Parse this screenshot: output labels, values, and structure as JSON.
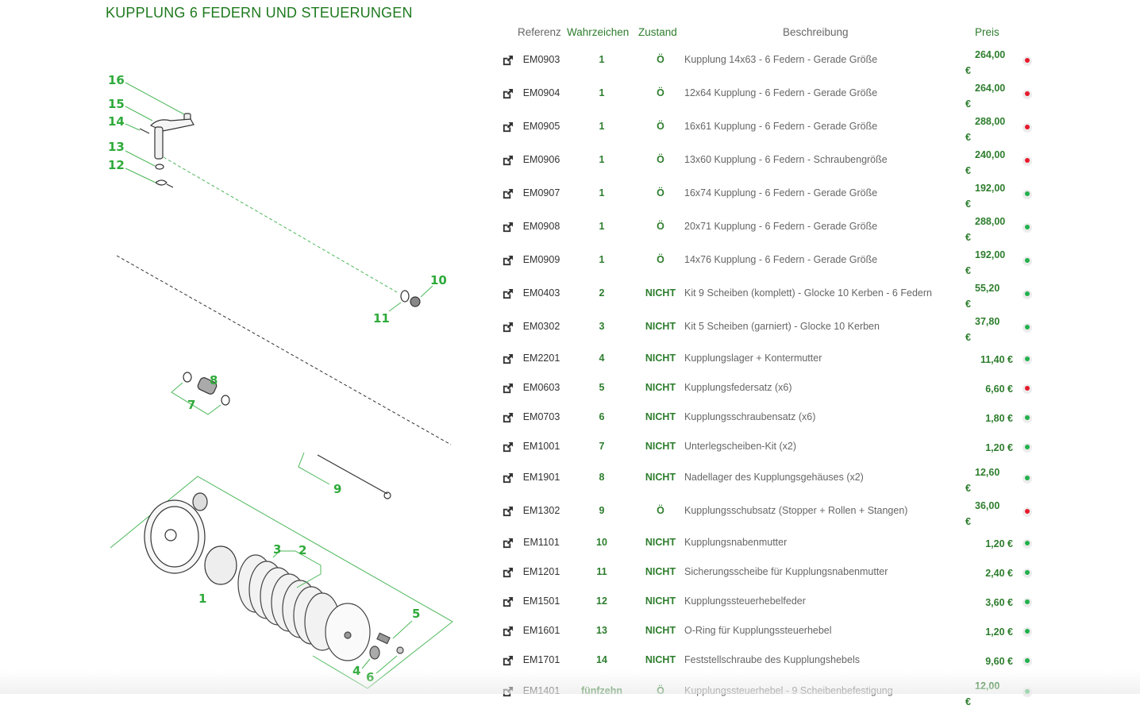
{
  "page": {
    "title": "KUPPLUNG 6 FEDERN UND STEUERUNGEN"
  },
  "colors": {
    "accent": "#2d7d2d",
    "callout": "#2eaa3a",
    "in_stock": "#22b14c",
    "out_of_stock": "#e8192c"
  },
  "diagram": {
    "callouts": [
      "1",
      "2",
      "3",
      "4",
      "5",
      "6",
      "7",
      "8",
      "9",
      "10",
      "11",
      "12",
      "13",
      "14",
      "15",
      "16"
    ]
  },
  "table": {
    "headers": {
      "reference": "Referenz",
      "mark": "Wahrzeichen",
      "state": "Zustand",
      "description": "Beschreibung",
      "price": "Preis"
    },
    "rows": [
      {
        "ref": "EM0903",
        "mark": "1",
        "state": "Ö",
        "desc": "Kupplung 14x63 - 6 Federn - Gerade Größe",
        "price": "264,00",
        "currency": "€",
        "stock": "out"
      },
      {
        "ref": "EM0904",
        "mark": "1",
        "state": "Ö",
        "desc": "12x64 Kupplung - 6 Federn - Gerade Größe",
        "price": "264,00",
        "currency": "€",
        "stock": "out"
      },
      {
        "ref": "EM0905",
        "mark": "1",
        "state": "Ö",
        "desc": "16x61 Kupplung - 6 Federn - Gerade Größe",
        "price": "288,00",
        "currency": "€",
        "stock": "out"
      },
      {
        "ref": "EM0906",
        "mark": "1",
        "state": "Ö",
        "desc": "13x60 Kupplung - 6 Federn - Schraubengröße",
        "price": "240,00",
        "currency": "€",
        "stock": "out"
      },
      {
        "ref": "EM0907",
        "mark": "1",
        "state": "Ö",
        "desc": "16x74 Kupplung - 6 Federn - Gerade Größe",
        "price": "192,00",
        "currency": "€",
        "stock": "in"
      },
      {
        "ref": "EM0908",
        "mark": "1",
        "state": "Ö",
        "desc": "20x71 Kupplung - 6 Federn - Gerade Größe",
        "price": "288,00",
        "currency": "€",
        "stock": "in"
      },
      {
        "ref": "EM0909",
        "mark": "1",
        "state": "Ö",
        "desc": "14x76 Kupplung - 6 Federn - Gerade Größe",
        "price": "192,00",
        "currency": "€",
        "stock": "in"
      },
      {
        "ref": "EM0403",
        "mark": "2",
        "state": "NICHT",
        "desc": "Kit 9 Scheiben (komplett) - Glocke 10 Kerben - 6 Federn",
        "price": "55,20",
        "currency": "€",
        "stock": "in"
      },
      {
        "ref": "EM0302",
        "mark": "3",
        "state": "NICHT",
        "desc": "Kit 5 Scheiben (garniert) - Glocke 10 Kerben",
        "price": "37,80",
        "currency": "€",
        "stock": "in"
      },
      {
        "ref": "EM2201",
        "mark": "4",
        "state": "NICHT",
        "desc": "Kupplungslager + Kontermutter",
        "price": "11,40",
        "currency": "€",
        "stock": "in"
      },
      {
        "ref": "EM0603",
        "mark": "5",
        "state": "NICHT",
        "desc": "Kupplungsfedersatz (x6)",
        "price": "6,60",
        "currency": "€",
        "stock": "out"
      },
      {
        "ref": "EM0703",
        "mark": "6",
        "state": "NICHT",
        "desc": "Kupplungsschraubensatz (x6)",
        "price": "1,80",
        "currency": "€",
        "stock": "in"
      },
      {
        "ref": "EM1001",
        "mark": "7",
        "state": "NICHT",
        "desc": "Unterlegscheiben-Kit (x2)",
        "price": "1,20",
        "currency": "€",
        "stock": "in"
      },
      {
        "ref": "EM1901",
        "mark": "8",
        "state": "NICHT",
        "desc": "Nadellager des Kupplungsgehäuses (x2)",
        "price": "12,60",
        "currency": "€",
        "stock": "in"
      },
      {
        "ref": "EM1302",
        "mark": "9",
        "state": "Ö",
        "desc": "Kupplungsschubsatz (Stopper + Rollen + Stangen)",
        "price": "36,00",
        "currency": "€",
        "stock": "out"
      },
      {
        "ref": "EM1101",
        "mark": "10",
        "state": "NICHT",
        "desc": "Kupplungsnabenmutter",
        "price": "1,20",
        "currency": "€",
        "stock": "in"
      },
      {
        "ref": "EM1201",
        "mark": "11",
        "state": "NICHT",
        "desc": "Sicherungsscheibe für Kupplungsnabenmutter",
        "price": "2,40",
        "currency": "€",
        "stock": "in"
      },
      {
        "ref": "EM1501",
        "mark": "12",
        "state": "NICHT",
        "desc": "Kupplungssteuerhebelfeder",
        "price": "3,60",
        "currency": "€",
        "stock": "in"
      },
      {
        "ref": "EM1601",
        "mark": "13",
        "state": "NICHT",
        "desc": "O-Ring für Kupplungssteuerhebel",
        "price": "1,20",
        "currency": "€",
        "stock": "in"
      },
      {
        "ref": "EM1701",
        "mark": "14",
        "state": "NICHT",
        "desc": "Feststellschraube des Kupplungshebels",
        "price": "9,60",
        "currency": "€",
        "stock": "in"
      },
      {
        "ref": "EM1401",
        "mark": "fünfzehn",
        "state": "Ö",
        "desc": "Kupplungssteuerhebel - 9 Scheibenbefestigung",
        "price": "12,00",
        "currency": "€",
        "stock": "in"
      }
    ]
  }
}
